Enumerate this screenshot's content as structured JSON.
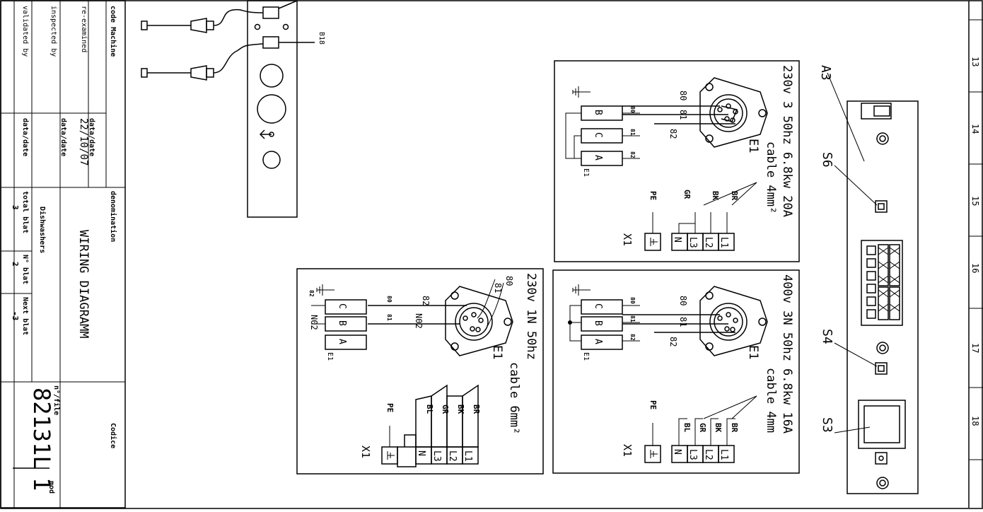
{
  "title_block": {
    "code_machine": "code Machine",
    "re_examined": "re-examined",
    "inspected_by": "inspected by",
    "validated_by": "validated by",
    "date_label_1": "data/date",
    "date_value": "22/10/07",
    "date_label_2": "data/date",
    "date_label_3": "data/date",
    "total_blat_label": "total blat",
    "total_blat_value": "3",
    "n_blat_label": "N° blat",
    "n_blat_value": "2",
    "next_blat_label": "Next blat",
    "next_blat_value": "-3",
    "denomination_label": "denomination",
    "product": "Dishwashers",
    "drawing_title": "WIRING DIAGRAMM",
    "codice_label": "Codice",
    "file_label": "n°/file",
    "file_number": "82131L",
    "mod_label": "mod",
    "mod_value": "1"
  },
  "grid_numbers": [
    "13",
    "14",
    "15",
    "16",
    "17",
    "18"
  ],
  "components": {
    "b18": "B18",
    "a3": "A3",
    "s6": "S6",
    "s4": "S4",
    "s3": "S3"
  },
  "panels": [
    {
      "id": "230v-3ph",
      "spec": "230v 3 50hz 6.8kw 20A",
      "cable": "cable 4mm²",
      "element": "E1",
      "resistor_labels": [
        "B",
        "C",
        "A"
      ],
      "resistor_tag": "E1",
      "wire_numbers": [
        "80",
        "81",
        "82"
      ],
      "wire_colors": [
        "BR",
        "BK",
        "GR"
      ],
      "earth_label": "PE",
      "terminal_labels": [
        "L1",
        "L2",
        "L3",
        "N"
      ],
      "terminal_block": "X1"
    },
    {
      "id": "400v-3n",
      "spec": "400v 3N 50hz 6.8kw 16A",
      "cable": "cable 4mm",
      "element": "E1",
      "resistor_labels": [
        "C",
        "B",
        "A"
      ],
      "resistor_tag": "E1",
      "wire_numbers": [
        "80",
        "81",
        "82"
      ],
      "wire_colors": [
        "BR",
        "BK",
        "GR",
        "BL"
      ],
      "earth_label": "PE",
      "terminal_labels": [
        "L1",
        "L2",
        "L3",
        "N"
      ],
      "terminal_block": "X1"
    },
    {
      "id": "230v-1n",
      "spec": "230v 1N 50hz",
      "cable": "cable 6mm²",
      "element": "E1",
      "resistor_labels": [
        "C",
        "B",
        "A"
      ],
      "resistor_tag": "E1",
      "wire_numbers": [
        "80",
        "81",
        "82"
      ],
      "wire_colors": [
        "BR",
        "BK",
        "GR",
        "BL"
      ],
      "earth_label": "PE",
      "terminal_labels": [
        "L1",
        "L2",
        "L3",
        "N"
      ],
      "terminal_block": "X1",
      "n02_label": "N02"
    }
  ]
}
